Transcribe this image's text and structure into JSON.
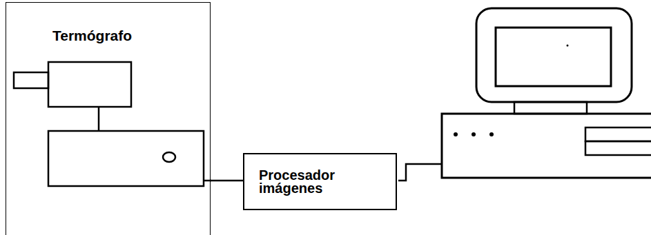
{
  "diagram": {
    "nodes": [
      {
        "text": [
          "Termógrafo"
        ]
      },
      {
        "text": [
          "Procesador imágenes"
        ]
      }
    ],
    "edges": [
      {
        "from": 0,
        "to": 1,
        "arrow": "none"
      }
    ]
  }
}
